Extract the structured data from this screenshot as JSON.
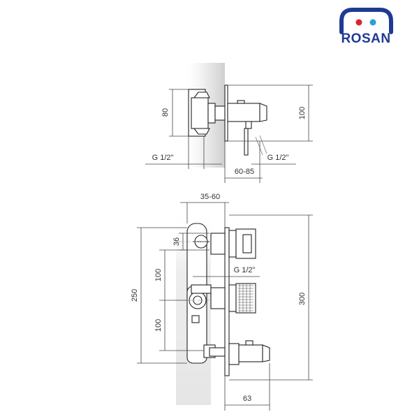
{
  "brand": {
    "name": "ROSAN",
    "colors": {
      "primary": "#1f3a93",
      "accent_red": "#d9232e",
      "accent_blue": "#2a9fd6"
    }
  },
  "top_view": {
    "dim_height_left": "80",
    "dim_height_right": "100",
    "dim_thread_left": "G 1/2\"",
    "dim_thread_right": "G 1/2\"",
    "dim_depth": "60-85"
  },
  "front_view": {
    "dim_top_depth": "35-60",
    "dim_36": "36",
    "dim_100_upper": "100",
    "dim_100_lower": "100",
    "dim_250": "250",
    "dim_300": "300",
    "dim_thread": "G 1/2\"",
    "dim_63": "63"
  }
}
